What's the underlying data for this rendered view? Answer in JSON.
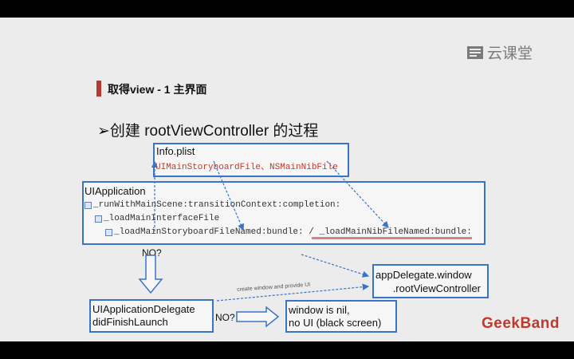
{
  "logo": {
    "text": "云课堂"
  },
  "header": {
    "title": "取得view - 1 主界面"
  },
  "main_title": "➢创建 rootViewController 的过程",
  "info_box": {
    "title": "Info.plist",
    "subtitle": "UIMainStoryboardFile、NSMainNibFile"
  },
  "app_box": {
    "title": "UIApplication",
    "lines": [
      "_runWithMainScene:transitionContext:completion:",
      "_loadMainInterfaceFile",
      "_loadMainStoryboardFileNamed:bundle:  /  _loadMainNibFileNamed:bundle:"
    ]
  },
  "no_label_1": "NO?",
  "no_label_2": "NO?",
  "delegate_box": {
    "line1": "UIApplicationDelegate",
    "line2": "didFinishLaunch"
  },
  "nil_box": {
    "line1": "window is nil,",
    "line2": "no UI (black screen)"
  },
  "rvc_box": {
    "line1": "appDelegate.window",
    "line2": ".rootViewController"
  },
  "arrow_caption": "create window and provide UI",
  "brand": {
    "part1": "Geek",
    "part2": "Band"
  },
  "colors": {
    "accent_blue": "#3a74c4",
    "accent_red": "#b23a2f",
    "highlight_red": "#c0392b"
  }
}
